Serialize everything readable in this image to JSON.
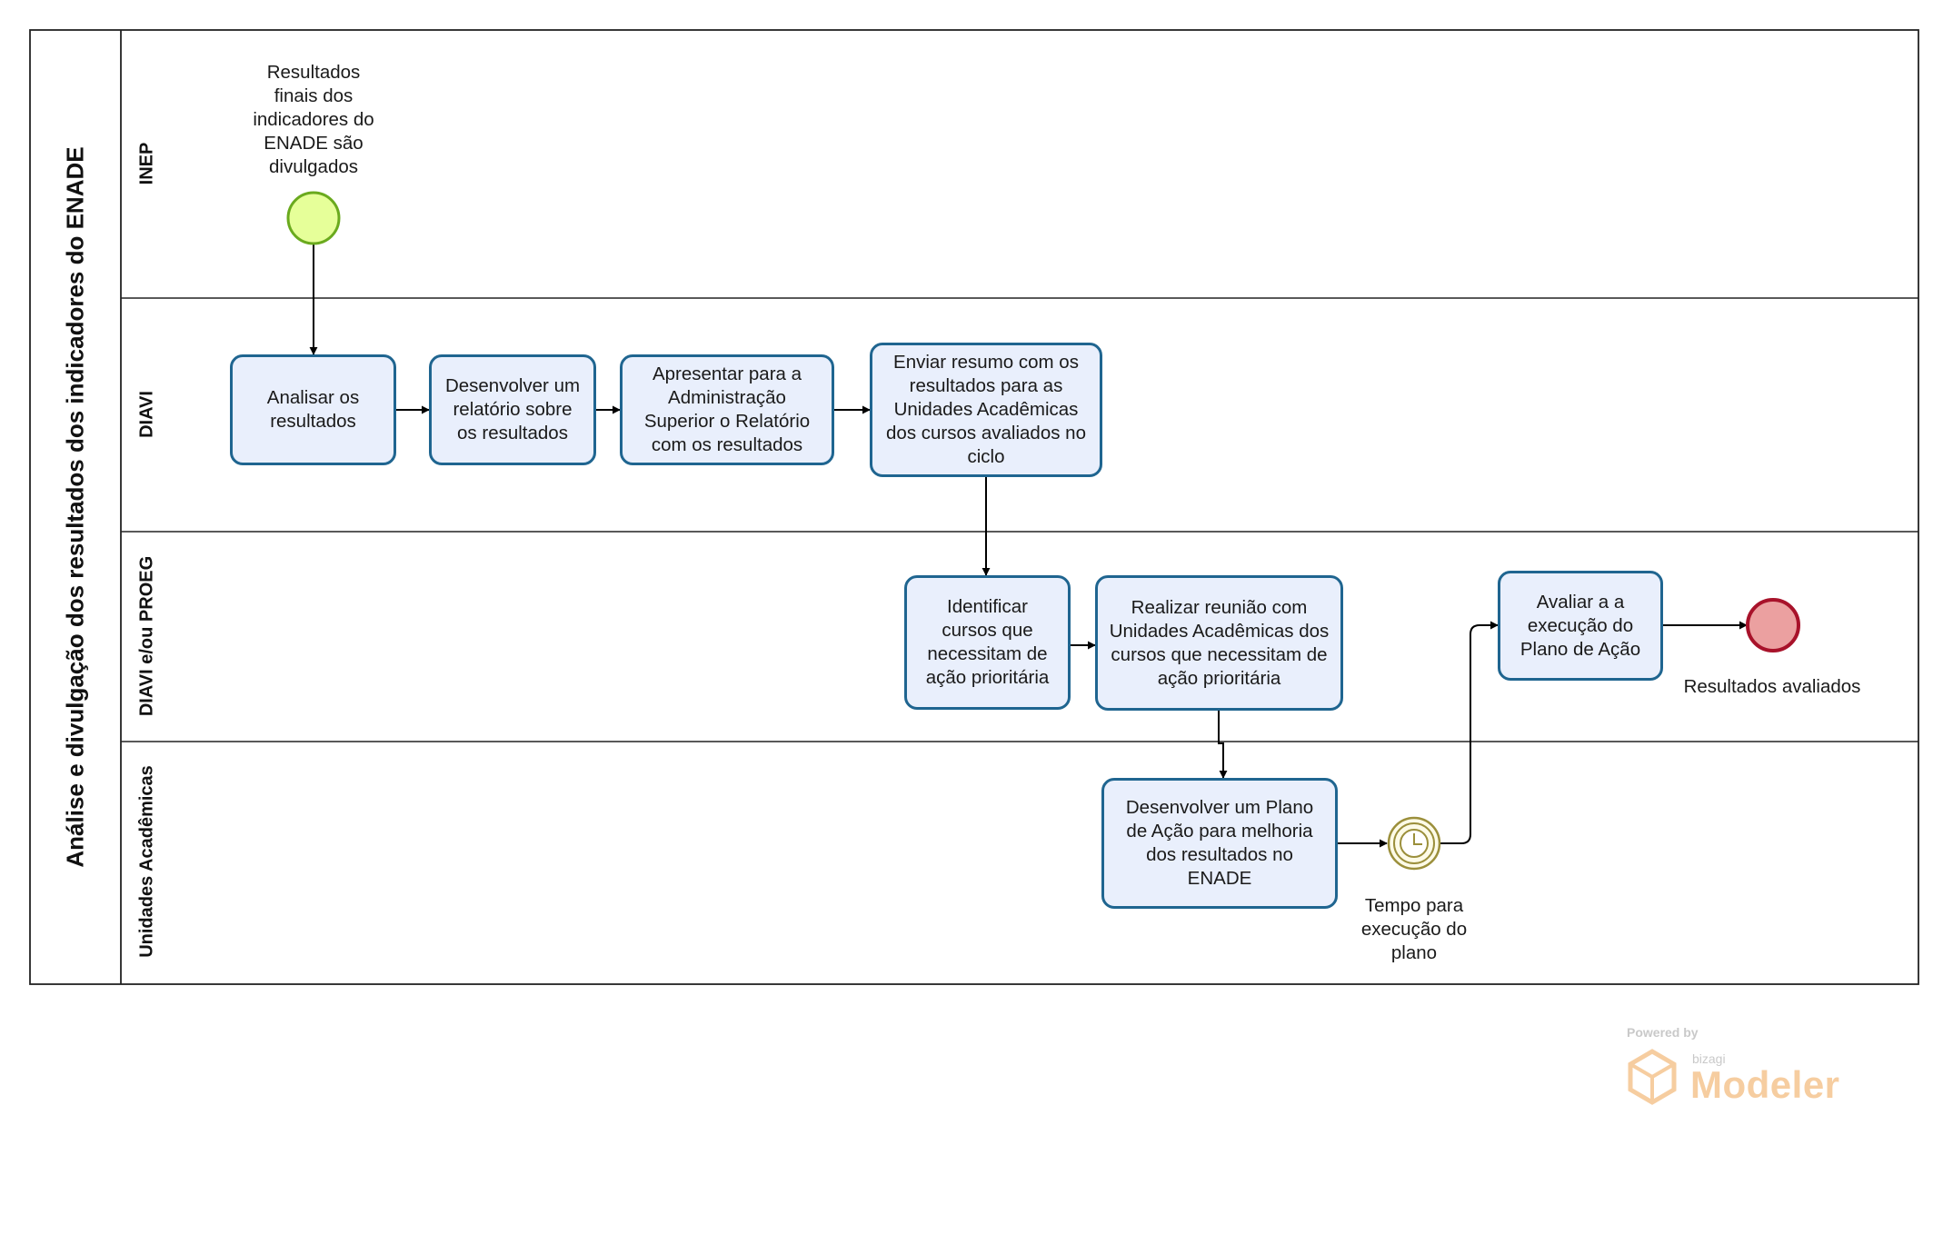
{
  "pool": {
    "title": "Análise e divulgação dos resultados dos indicadores do ENADE"
  },
  "lanes": [
    {
      "title": "INEP"
    },
    {
      "title": "DIAVI"
    },
    {
      "title": "DIAVI e/ou PROEG"
    },
    {
      "title": "Unidades Acadêmicas"
    }
  ],
  "events": {
    "start": {
      "label": "Resultados\nfinais dos\nindicadores do\nENADE são\ndivulgados",
      "color": "#e6ff99",
      "border": "#6aaa1e"
    },
    "timer": {
      "label": "Tempo para\nexecução do\nplano",
      "color": "#fdfbe7",
      "border": "#9b8f3b"
    },
    "end": {
      "label": "Resultados avaliados",
      "color": "#eba0a0",
      "border": "#a8122a"
    }
  },
  "tasks": {
    "t1": "Analisar os\nresultados",
    "t2": "Desenvolver um\nrelatório sobre\nos resultados",
    "t3": "Apresentar para a\nAdministração\nSuperior o Relatório\ncom os resultados",
    "t4": "Enviar resumo com os\nresultados para as\nUnidades Acadêmicas\ndos cursos avaliados no\nciclo",
    "t5": "Identificar\ncursos que\nnecessitam de\nação prioritária",
    "t6": "Realizar reunião com\nUnidades Acadêmicas dos\ncursos que necessitam de\nação prioritária",
    "t7": "Desenvolver um Plano\nde Ação para melhoria\ndos resultados no\nENADE",
    "t8": "Avaliar a a\nexecução do\nPlano de Ação"
  },
  "colors": {
    "task_border": "#1f6590",
    "task_fill": "#e9effc",
    "line": "#000000"
  },
  "watermark": {
    "powered": "Powered by",
    "brand": "bizagi",
    "product": "Modeler"
  }
}
